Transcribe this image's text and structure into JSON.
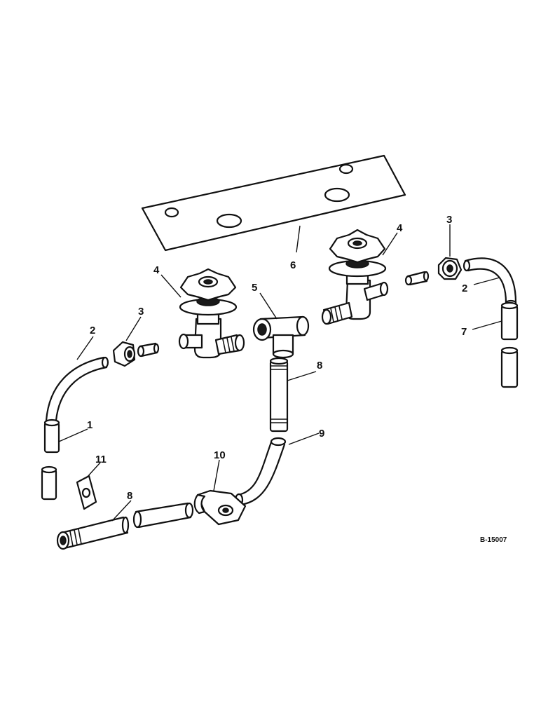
{
  "callouts": {
    "c1": "1",
    "c2_left": "2",
    "c2_right": "2",
    "c3_left": "3",
    "c3_right": "3",
    "c4_left": "4",
    "c4_right": "4",
    "c5": "5",
    "c6": "6",
    "c7": "7",
    "c8_upper": "8",
    "c8_lower": "8",
    "c9": "9",
    "c10": "10",
    "c11": "11"
  },
  "drawing_number": "B-15007"
}
